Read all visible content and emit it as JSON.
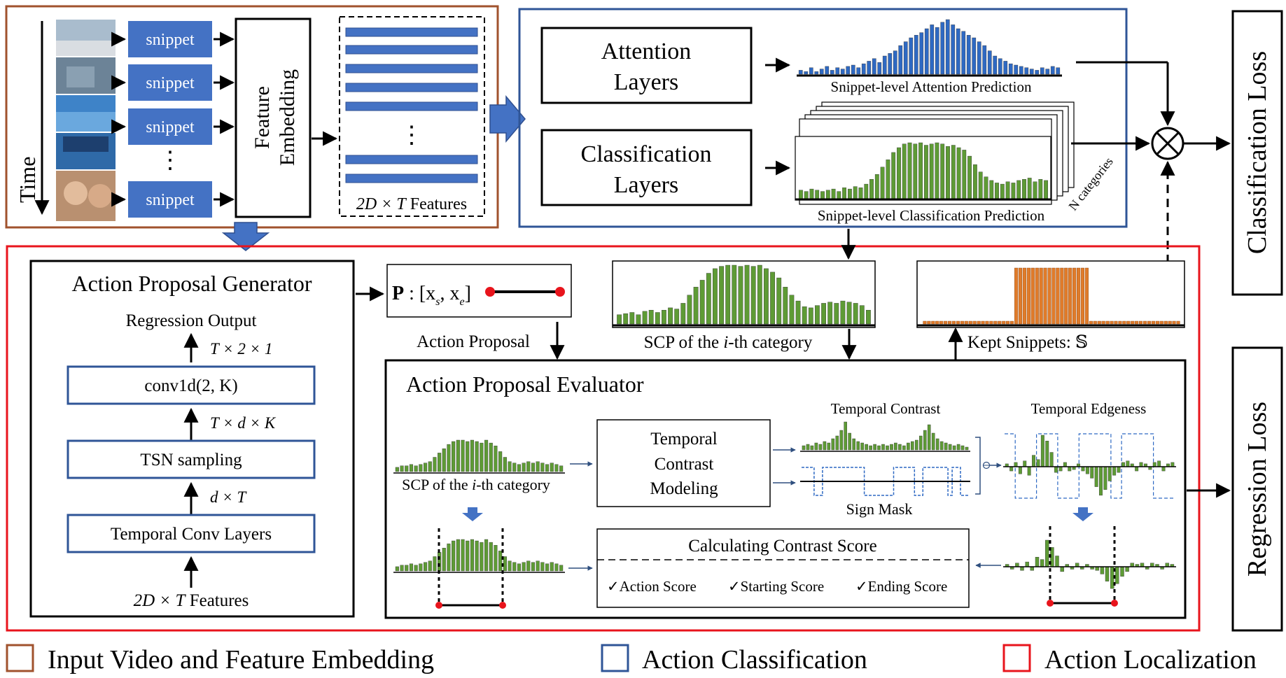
{
  "input_panel": {
    "time_label": "Time",
    "snippet_label": "snippet",
    "ellipsis": "⋮",
    "feature_embedding": [
      "Feature",
      "Embedding"
    ],
    "features_caption_var": "2D × T",
    "features_caption_text": " Features"
  },
  "classification_panel": {
    "attention_layers": [
      "Attention",
      "Layers"
    ],
    "classification_layers": [
      "Classification",
      "Layers"
    ],
    "attention_caption": "Snippet-level Attention Prediction",
    "classification_caption": "Snippet-level Classification Prediction",
    "n_categories": "N categories"
  },
  "losses": {
    "classification": "Classification Loss",
    "regression": "Regression Loss"
  },
  "apg": {
    "title": "Action Proposal Generator",
    "regression_output": "Regression Output",
    "dim_t21": "T × 2 × 1",
    "conv": "conv1d(2, K)",
    "dim_tdk": "T × d × K",
    "tsn": "TSN sampling",
    "dim_dt": "d × T",
    "tcl": "Temporal Conv Layers",
    "input_var": "2D × T",
    "input_text": " Features"
  },
  "proposal": {
    "formula_bold": "P",
    "formula_rest": " : [x",
    "sub_s": "s",
    "comma": ", x",
    "sub_e": "e",
    "close": "]",
    "caption": "Action Proposal"
  },
  "scp_top_caption_a": "SCP of the ",
  "scp_top_caption_i": "i",
  "scp_top_caption_b": "-th category",
  "kept_caption": "Kept Snippets: 𝕊",
  "ape": {
    "title": "Action Proposal Evaluator",
    "scp_caption_a": "SCP of the ",
    "scp_caption_i": "i",
    "scp_caption_b": "-th category",
    "tcm": [
      "Temporal",
      "Contrast",
      "Modeling"
    ],
    "temporal_contrast": "Temporal Contrast",
    "sign_mask": "Sign Mask",
    "temporal_edgeness": "Temporal Edgeness",
    "contrast_score_title": "Calculating Contrast Score",
    "scores": [
      "✓Action Score",
      "✓Starting Score",
      "✓Ending Score"
    ]
  },
  "legend": [
    {
      "label": "Input Video and Feature Embedding",
      "color": "#a0522d"
    },
    {
      "label": "Action Classification",
      "color": "#2f5597"
    },
    {
      "label": "Action Localization",
      "color": "#e8141c"
    }
  ],
  "colors": {
    "bar_blue": "#2e69c3",
    "bar_green": "#5e9b35",
    "bar_orange": "#e07b2a",
    "block_blue": "#4472c4",
    "endpoint_red": "#e8141c",
    "sign_mask_blue": "#2e69c3"
  },
  "bar_series": {
    "attention": [
      3,
      2,
      5,
      2,
      4,
      6,
      3,
      5,
      4,
      6,
      7,
      5,
      8,
      10,
      12,
      9,
      14,
      16,
      18,
      22,
      25,
      28,
      30,
      32,
      35,
      38,
      36,
      40,
      42,
      38,
      35,
      33,
      30,
      28,
      25,
      22,
      18,
      14,
      12,
      10,
      8,
      7,
      6,
      5,
      4,
      3,
      5,
      4,
      6,
      5
    ],
    "classification": [
      7,
      6,
      8,
      7,
      6,
      7,
      8,
      6,
      9,
      8,
      10,
      9,
      12,
      16,
      20,
      26,
      32,
      38,
      42,
      45,
      46,
      45,
      46,
      44,
      45,
      46,
      45,
      43,
      44,
      42,
      40,
      35,
      28,
      22,
      18,
      15,
      13,
      12,
      14,
      13,
      15,
      16,
      17,
      14,
      16,
      15
    ],
    "scp_top": [
      8,
      9,
      10,
      8,
      11,
      12,
      10,
      12,
      14,
      13,
      18,
      25,
      32,
      38,
      44,
      48,
      50,
      51,
      51,
      50,
      51,
      50,
      51,
      48,
      45,
      40,
      32,
      25,
      20,
      15,
      14,
      16,
      18,
      19,
      18,
      20,
      19,
      18,
      16,
      12
    ],
    "kept": [
      0,
      0,
      0,
      0,
      0,
      0,
      0,
      0,
      0,
      0,
      0,
      0,
      0,
      0,
      0,
      0,
      0,
      0,
      0,
      0,
      0,
      0,
      1,
      1,
      1,
      1,
      1,
      1,
      1,
      1,
      1,
      1,
      1,
      1,
      1,
      1,
      1,
      1,
      1,
      1,
      0,
      0,
      0,
      0,
      0,
      0,
      0,
      0,
      0,
      0,
      0,
      0,
      0,
      0,
      0,
      0,
      0,
      0,
      0,
      0,
      0,
      0
    ],
    "scp_small": [
      3,
      4,
      4,
      5,
      4,
      5,
      6,
      7,
      10,
      13,
      16,
      19,
      21,
      22,
      22,
      21,
      22,
      21,
      20,
      22,
      20,
      18,
      14,
      10,
      7,
      6,
      5,
      6,
      7,
      6,
      7,
      6,
      5,
      6,
      5,
      4
    ],
    "temporal_contrast": [
      3,
      4,
      3,
      5,
      4,
      6,
      5,
      8,
      10,
      14,
      20,
      12,
      8,
      6,
      5,
      4,
      3,
      4,
      3,
      4,
      3,
      4,
      5,
      4,
      3,
      5,
      6,
      7,
      10,
      14,
      18,
      12,
      8,
      6,
      5,
      4,
      3,
      4,
      3,
      2
    ],
    "sign_mask": [
      1,
      1,
      1,
      0,
      0,
      1,
      1,
      1,
      1,
      1,
      1,
      1,
      1,
      1,
      1,
      0,
      0,
      0,
      0,
      0,
      0,
      0,
      1,
      1,
      1,
      1,
      1,
      0,
      0,
      1,
      1,
      1,
      1,
      1,
      1,
      0,
      1,
      1,
      0,
      0
    ],
    "temporal_edgeness": [
      2,
      -3,
      3,
      -5,
      4,
      -6,
      8,
      5,
      22,
      18,
      10,
      -4,
      -3,
      3,
      -3,
      -2,
      2,
      -3,
      -5,
      -8,
      -14,
      -20,
      -16,
      -10,
      -6,
      -4,
      3,
      4,
      2,
      -3,
      3,
      2,
      -2,
      3,
      4,
      -3,
      2,
      3
    ],
    "scp_bottom": [
      3,
      4,
      4,
      5,
      4,
      5,
      6,
      7,
      10,
      13,
      16,
      19,
      21,
      22,
      22,
      21,
      22,
      21,
      20,
      22,
      20,
      18,
      14,
      10,
      7,
      6,
      5,
      6,
      7,
      6,
      7,
      6,
      5,
      6,
      5,
      4
    ],
    "edgeness_bottom": [
      2,
      -2,
      3,
      -3,
      4,
      -3,
      8,
      6,
      22,
      16,
      9,
      -4,
      2,
      -2,
      3,
      -2,
      2,
      -2,
      -3,
      -6,
      -12,
      -18,
      -14,
      -8,
      -4,
      3,
      2,
      3,
      -2,
      3,
      2,
      -2,
      3,
      2
    ]
  }
}
